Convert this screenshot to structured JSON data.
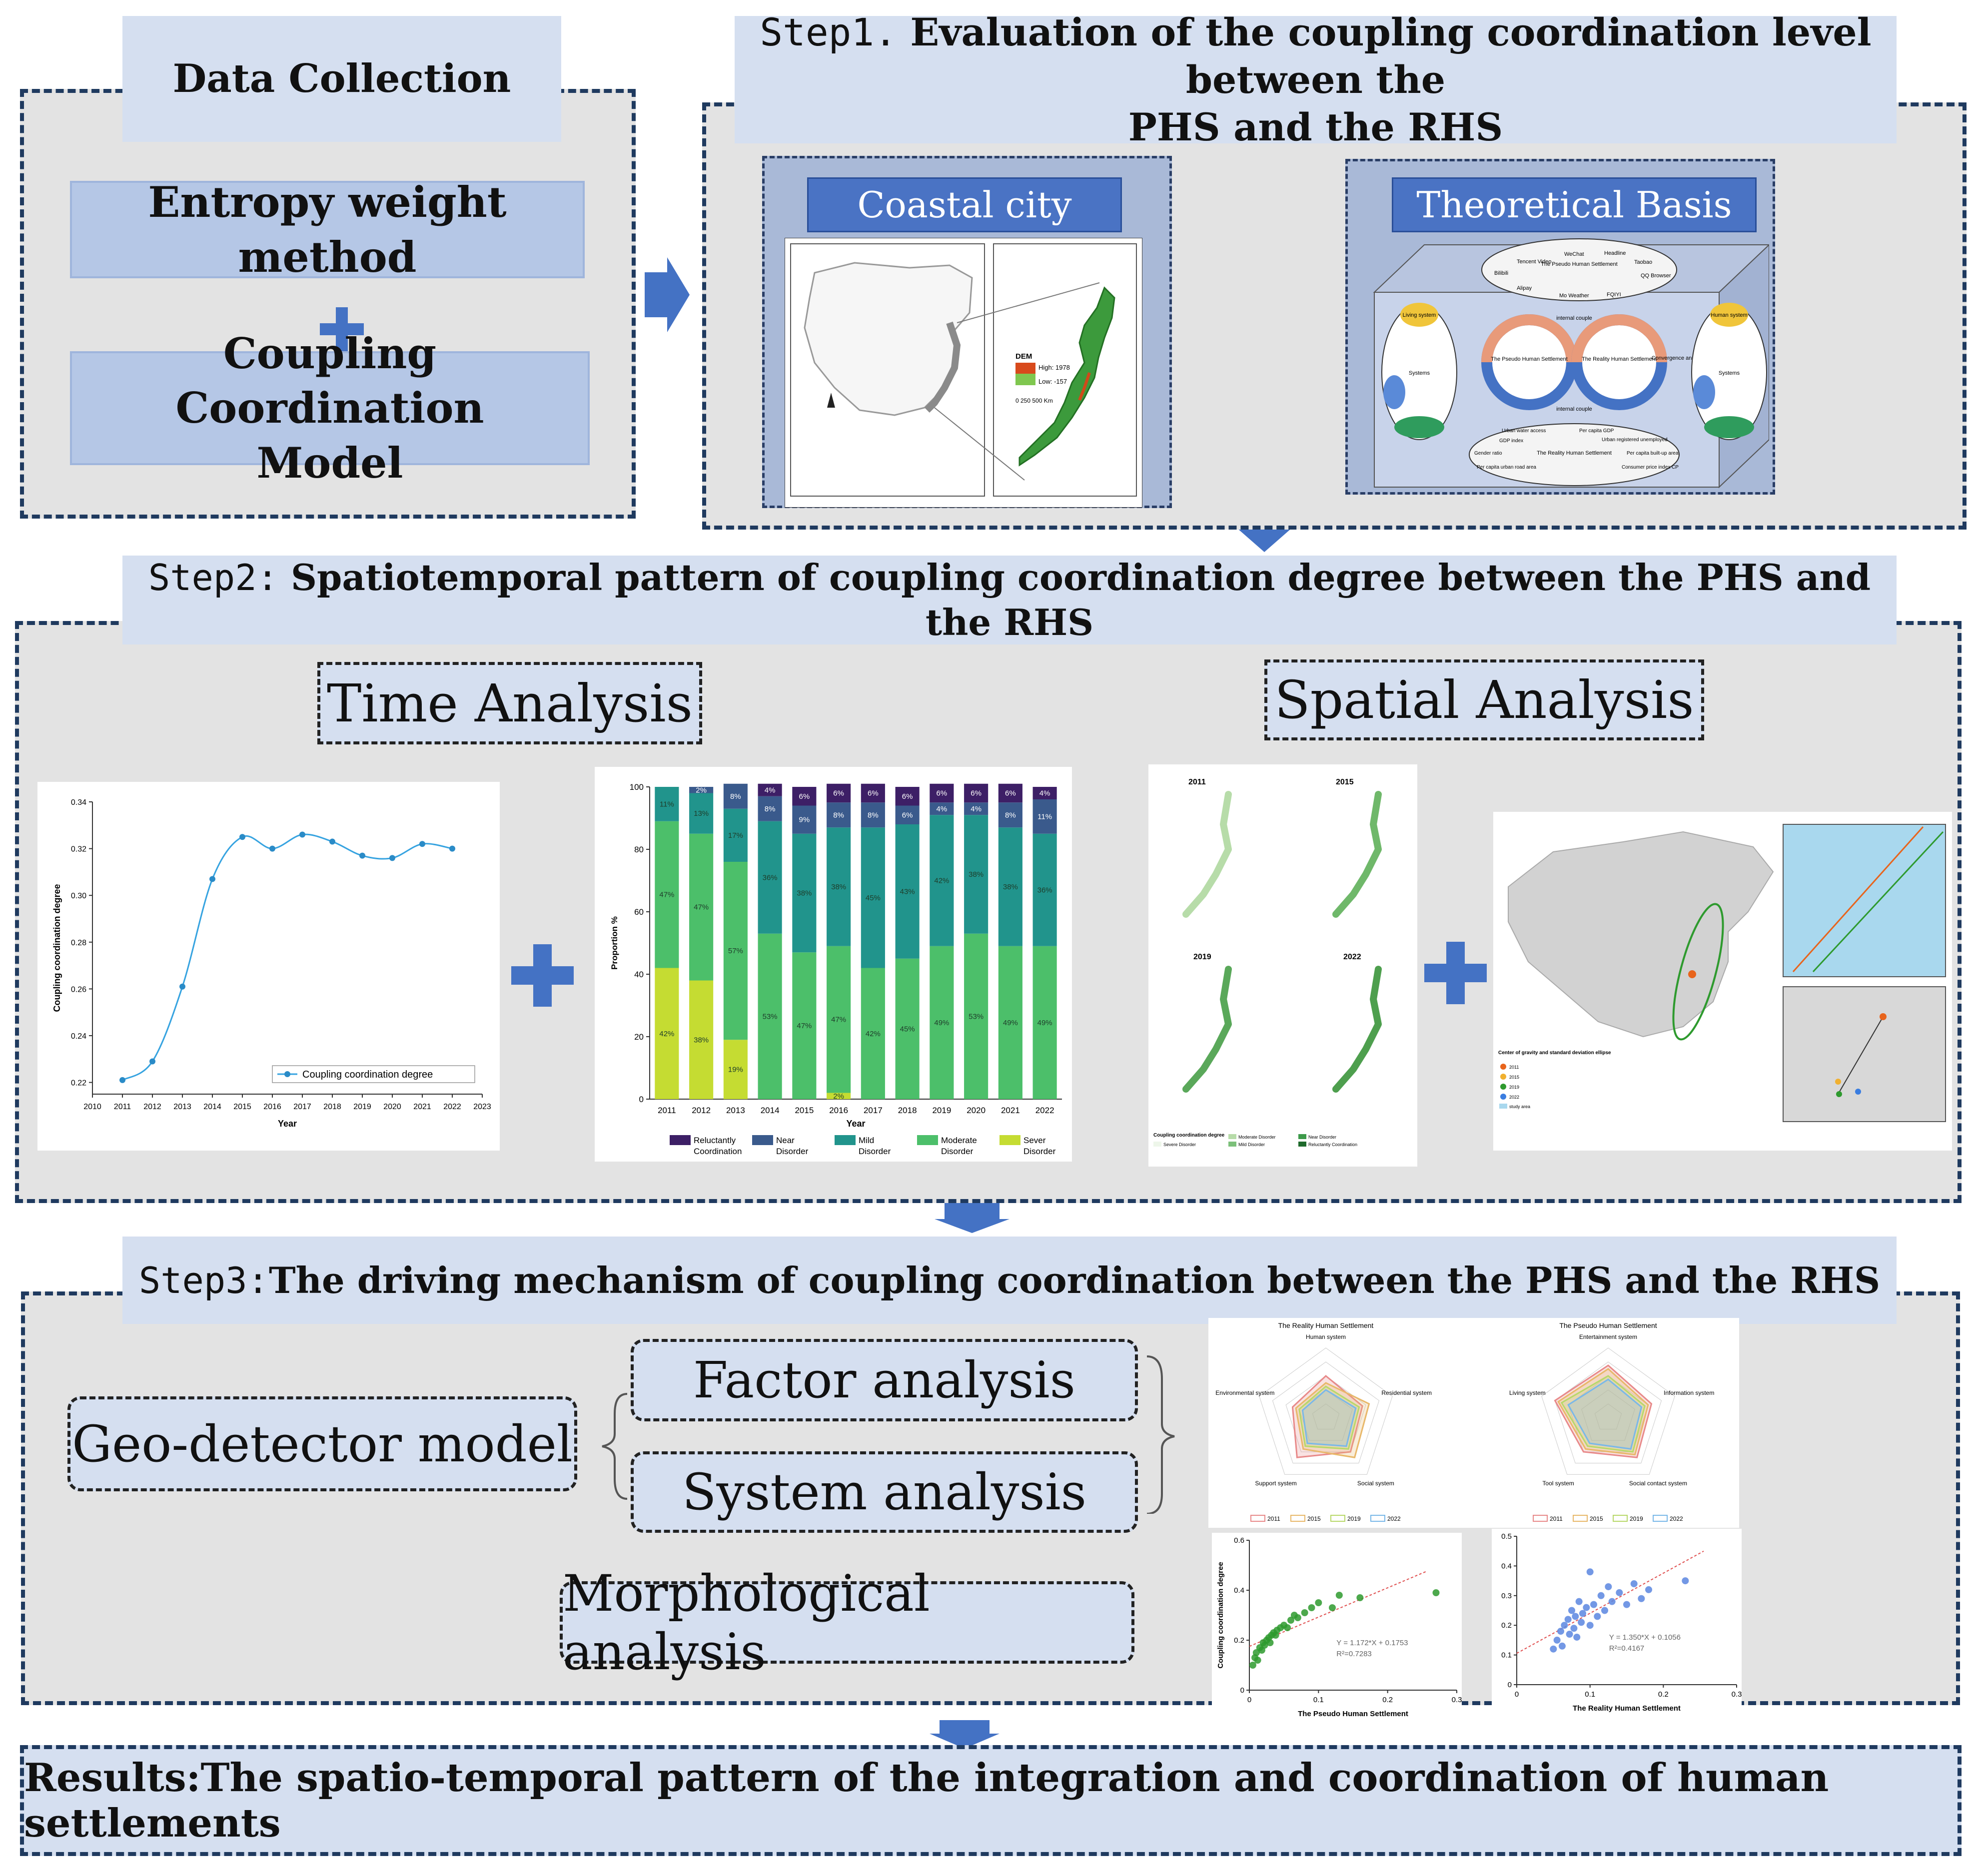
{
  "data_collection": {
    "title": "Data Collection",
    "method1": "Entropy weight method",
    "method2_line1": "Coupling Coordination",
    "method2_line2": "Model"
  },
  "step1": {
    "prefix": "Step1.",
    "title_line1": " Evaluation of the coupling coordination level between the",
    "title_line2": "PHS and the RHS",
    "coastal_city": "Coastal city",
    "theoretical_basis": "Theoretical Basis",
    "map_labels": {
      "dem": "DEM",
      "high": "High: 1978",
      "low": "Low: -157",
      "scale": "0   250   500 Km"
    },
    "theory_labels": {
      "pseudo": "The Pseudo Human Settlement",
      "reality": "The Reality Human Settlement",
      "internal_couple": "internal couple",
      "convergence": "Convergence and interaction",
      "living": "Living system",
      "human": "Human system",
      "systems": "Systems",
      "top_items": [
        "Tencent Video",
        "WeChat",
        "Headline",
        "Taobao",
        "Bilibili",
        "QQ Browser",
        "Alipay",
        "Mo Weather",
        "FQIYI"
      ],
      "bottom_items": [
        "Urban water access",
        "Per capita GDP",
        "GDP index",
        "Urban registered unemployed",
        "Gender ratio",
        "Per capita built-up area",
        "Per capita urban road area",
        "Consumer price index CP"
      ]
    }
  },
  "step2": {
    "prefix": "Step2:",
    "title": " Spatiotemporal pattern of coupling coordination degree between the PHS and the RHS",
    "time_analysis": "Time Analysis",
    "spatial_analysis": "Spatial Analysis",
    "map_years": [
      "2011",
      "2015",
      "2019",
      "2022"
    ],
    "map_legend_title": "Coupling coordination degree",
    "map_legend_items": [
      "Severe Disorder",
      "Moderate Disorder",
      "Mild Disorder",
      "Near Disorder",
      "Reluctantly Coordination"
    ],
    "gravity_legend_title": "Center of gravity and standard deviation ellipse",
    "gravity_legend_items": [
      "2011",
      "2015",
      "2019",
      "2022",
      "study area"
    ]
  },
  "step3": {
    "prefix": "Step3:",
    "title": "The driving mechanism of coupling coordination between the PHS and the RHS",
    "geo_detector": "Geo-detector model",
    "factor": "Factor analysis",
    "system": "System analysis",
    "morph": "Morphological analysis",
    "radar1_title": "The Reality Human Settlement",
    "radar1_axes": [
      "Human system",
      "Residential system",
      "Social system",
      "Support system",
      "Environmental system"
    ],
    "radar2_title": "The Pseudo Human Settlement",
    "radar2_axes": [
      "Entertainment system",
      "Information system",
      "Social contact system",
      "Tool system",
      "Living system"
    ],
    "radar_legend": [
      "2011",
      "2015",
      "2019",
      "2022"
    ]
  },
  "results": "Results:The spatio-temporal pattern of the integration and coordination of human settlements",
  "colors": {
    "border": "#1f3a5f",
    "header_bg": "#d5dff0",
    "arrow": "#4472c4",
    "panel": "#e3e3e3"
  },
  "chart_data": [
    {
      "type": "line",
      "x": [
        2011,
        2012,
        2013,
        2014,
        2015,
        2016,
        2017,
        2018,
        2019,
        2020,
        2021,
        2022
      ],
      "series": [
        {
          "name": "Coupling coordination degree",
          "values": [
            0.221,
            0.229,
            0.261,
            0.307,
            0.325,
            0.32,
            0.326,
            0.323,
            0.317,
            0.316,
            0.322,
            0.32
          ]
        }
      ],
      "xlabel": "Year",
      "ylabel": "Coupling coordination degree",
      "xlim": [
        2010,
        2023
      ],
      "ylim": [
        0.215,
        0.34
      ],
      "xticks": [
        "2010",
        "2011",
        "2012",
        "2013",
        "2014",
        "2015",
        "2016",
        "2017",
        "2018",
        "2019",
        "2020",
        "2021",
        "2022",
        "2023"
      ],
      "yticks": [
        "0.22",
        "0.24",
        "0.26",
        "0.28",
        "0.30",
        "0.32",
        "0.34"
      ]
    },
    {
      "type": "bar",
      "stacked": true,
      "categories": [
        "2011",
        "2012",
        "2013",
        "2014",
        "2015",
        "2016",
        "2017",
        "2018",
        "2019",
        "2020",
        "2021",
        "2022"
      ],
      "series": [
        {
          "name": "Sever Disorder",
          "color": "#c5dc32",
          "values": [
            42,
            38,
            19,
            0,
            0,
            2,
            0,
            0,
            0,
            0,
            0,
            0
          ],
          "labels": [
            "42%",
            "38%",
            "19%",
            "",
            "",
            "2%",
            "",
            "",
            "",
            "",
            "",
            ""
          ]
        },
        {
          "name": "Moderate Disorder",
          "color": "#4cbf6a",
          "values": [
            47,
            47,
            57,
            53,
            47,
            47,
            42,
            45,
            49,
            53,
            49,
            49
          ],
          "labels": [
            "47%",
            "47%",
            "57%",
            "53%",
            "47%",
            "47%",
            "42%",
            "45%",
            "49%",
            "53%",
            "49%",
            "49%"
          ]
        },
        {
          "name": "Mild Disorder",
          "color": "#21948c",
          "values": [
            11,
            13,
            17,
            36,
            38,
            38,
            45,
            43,
            42,
            38,
            38,
            36
          ],
          "labels": [
            "11%",
            "13%",
            "17%",
            "36%",
            "38%",
            "38%",
            "45%",
            "43%",
            "42%",
            "38%",
            "38%",
            "36%"
          ]
        },
        {
          "name": "Near Disorder",
          "color": "#3a5a8c",
          "values": [
            0,
            2,
            8,
            8,
            9,
            8,
            8,
            6,
            4,
            4,
            8,
            11
          ],
          "labels": [
            "",
            "2%",
            "8%",
            "8%",
            "9%",
            "8%",
            "8%",
            "6%",
            "4%",
            "4%",
            "8%",
            "11%"
          ]
        },
        {
          "name": "Reluctantly Coordination",
          "color": "#3d1f66",
          "values": [
            0,
            0,
            0,
            4,
            6,
            6,
            6,
            6,
            6,
            6,
            6,
            4
          ],
          "labels": [
            "",
            "",
            "",
            "4%",
            "6%",
            "6%",
            "6%",
            "6%",
            "6%",
            "6%",
            "6%",
            "4%"
          ]
        }
      ],
      "xlabel": "Year",
      "ylabel": "Proportion %",
      "ylim": [
        0,
        100
      ],
      "yticks": [
        "0",
        "20",
        "40",
        "60",
        "80",
        "100"
      ]
    },
    {
      "type": "scatter",
      "xlabel": "The Pseudo Human Settlement",
      "ylabel": "Coupling coordination degree",
      "xlim": [
        0,
        0.3
      ],
      "ylim": [
        0,
        0.6
      ],
      "xticks": [
        "0",
        "0.1",
        "0.2",
        "0.3"
      ],
      "yticks": [
        "0",
        "0.2",
        "0.4",
        "0.6"
      ],
      "equation": "Y = 1.172*X + 0.1753",
      "r2": "R²=0.7283",
      "color": "#2e9a2e",
      "fit": [
        1.172,
        0.1753
      ],
      "points": [
        [
          0.005,
          0.1
        ],
        [
          0.008,
          0.13
        ],
        [
          0.01,
          0.15
        ],
        [
          0.012,
          0.12
        ],
        [
          0.015,
          0.17
        ],
        [
          0.018,
          0.16
        ],
        [
          0.02,
          0.19
        ],
        [
          0.022,
          0.18
        ],
        [
          0.025,
          0.2
        ],
        [
          0.028,
          0.21
        ],
        [
          0.03,
          0.19
        ],
        [
          0.032,
          0.22
        ],
        [
          0.035,
          0.23
        ],
        [
          0.038,
          0.22
        ],
        [
          0.04,
          0.24
        ],
        [
          0.045,
          0.25
        ],
        [
          0.05,
          0.26
        ],
        [
          0.055,
          0.25
        ],
        [
          0.06,
          0.28
        ],
        [
          0.065,
          0.3
        ],
        [
          0.07,
          0.29
        ],
        [
          0.08,
          0.31
        ],
        [
          0.09,
          0.33
        ],
        [
          0.1,
          0.35
        ],
        [
          0.12,
          0.33
        ],
        [
          0.13,
          0.38
        ],
        [
          0.16,
          0.37
        ],
        [
          0.27,
          0.39
        ]
      ]
    },
    {
      "type": "scatter",
      "xlabel": "The Reality Human Settlement",
      "ylabel": "",
      "xlim": [
        0,
        0.3
      ],
      "ylim": [
        0,
        0.5
      ],
      "xticks": [
        "0",
        "0.1",
        "0.2",
        "0.3"
      ],
      "yticks": [
        "0",
        "0.1",
        "0.2",
        "0.3",
        "0.4",
        "0.5"
      ],
      "equation": "Y = 1.350*X + 0.1056",
      "r2": "R²=0.4167",
      "color": "#5b86e0",
      "fit": [
        1.35,
        0.1056
      ],
      "points": [
        [
          0.05,
          0.12
        ],
        [
          0.055,
          0.15
        ],
        [
          0.06,
          0.18
        ],
        [
          0.062,
          0.13
        ],
        [
          0.065,
          0.2
        ],
        [
          0.07,
          0.22
        ],
        [
          0.072,
          0.17
        ],
        [
          0.075,
          0.25
        ],
        [
          0.078,
          0.19
        ],
        [
          0.08,
          0.23
        ],
        [
          0.082,
          0.16
        ],
        [
          0.085,
          0.28
        ],
        [
          0.088,
          0.21
        ],
        [
          0.09,
          0.24
        ],
        [
          0.095,
          0.26
        ],
        [
          0.1,
          0.2
        ],
        [
          0.1,
          0.38
        ],
        [
          0.105,
          0.27
        ],
        [
          0.11,
          0.23
        ],
        [
          0.115,
          0.3
        ],
        [
          0.12,
          0.25
        ],
        [
          0.125,
          0.33
        ],
        [
          0.13,
          0.28
        ],
        [
          0.14,
          0.31
        ],
        [
          0.15,
          0.27
        ],
        [
          0.16,
          0.34
        ],
        [
          0.17,
          0.29
        ],
        [
          0.18,
          0.32
        ],
        [
          0.23,
          0.35
        ]
      ]
    }
  ]
}
